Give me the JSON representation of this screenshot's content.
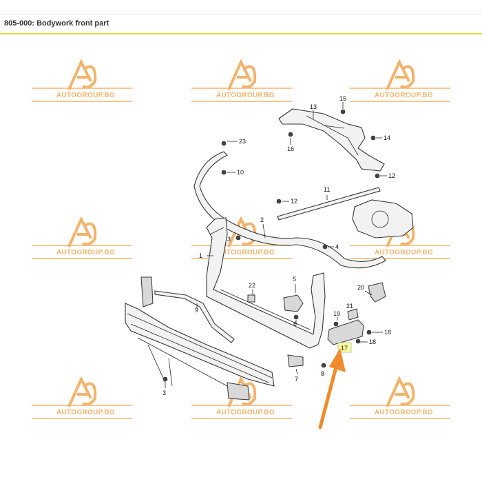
{
  "header": {
    "title": "805-000: Bodywork front part"
  },
  "watermark": {
    "text": "AUTOGROUP.BG",
    "color": "#f3b36b"
  },
  "arrow": {
    "color": "#f08a2c"
  },
  "highlight": {
    "color": "#ffff99"
  },
  "callouts": {
    "n1": "1",
    "n2": "2",
    "n3a": "3",
    "n3b": "3",
    "n4": "4",
    "n5": "5",
    "n6": "6",
    "n7": "7",
    "n8": "8",
    "n9": "9",
    "n10": "10",
    "n11": "11",
    "n12a": "12",
    "n12b": "12",
    "n13": "13",
    "n14": "14",
    "n15": "15",
    "n16": "16",
    "n17": "17",
    "n18a": "18",
    "n18b": "18",
    "n19": "19",
    "n20": "20",
    "n21": "21",
    "n22": "22",
    "n23": "23"
  }
}
